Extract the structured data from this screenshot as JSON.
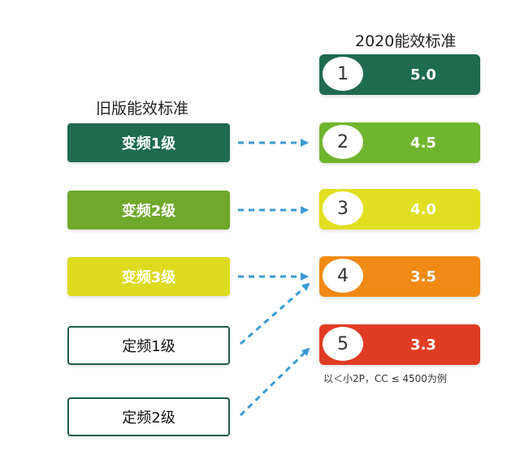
{
  "titles": {
    "new_standard": "2020能效标准",
    "old_standard": "旧版能效标准"
  },
  "old_levels": [
    {
      "label": "变频1级",
      "color": "#1e6b4f"
    },
    {
      "label": "变频2级",
      "color": "#6fa82b"
    },
    {
      "label": "变频3级",
      "color": "#dedb1f"
    },
    {
      "label": "定频1级",
      "color": "#ffffff"
    },
    {
      "label": "定频2级",
      "color": "#ffffff"
    }
  ],
  "new_levels": [
    {
      "grade": "1",
      "value": "5.0",
      "color": "#1e6b4f"
    },
    {
      "grade": "2",
      "value": "4.5",
      "color": "#6fb52e"
    },
    {
      "grade": "3",
      "value": "4.0",
      "color": "#e2df22"
    },
    {
      "grade": "4",
      "value": "3.5",
      "color": "#f08a14"
    },
    {
      "grade": "5",
      "value": "3.3",
      "color": "#e03c23"
    }
  ],
  "note": "以＜小2P，CC ≤ 4500为例",
  "arrow_color": "#3a9ad6"
}
